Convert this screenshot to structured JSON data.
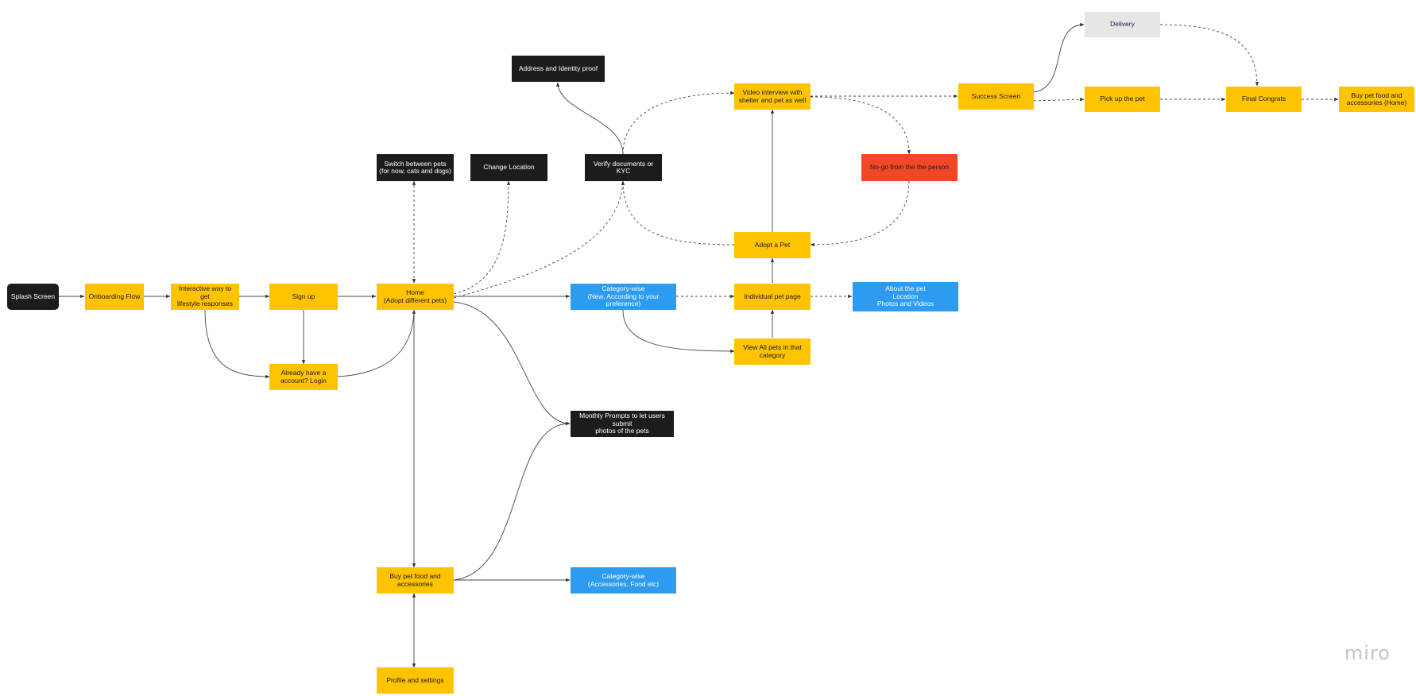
{
  "nodes": {
    "splash": "Splash Screen",
    "onboarding": "Onboarding Flow",
    "interactive": "Interactive way to get\nlifestyle responses",
    "signup": "Sign up",
    "login": "Already have a\naccount? Login",
    "home": "Home\n(Adopt different pets)",
    "switch_pets": "Switch between pets\n(for now, cats and dogs)",
    "change_location": "Change Location",
    "verify_docs": "Verify documents or KYC",
    "address_proof": "Address and Identity proof",
    "category_pets": "Category-wise\n(New, According to your preference)",
    "individual_pet": "Individual pet page",
    "about_pet": "About the pet\nLocation\nPhotos and Videos",
    "view_all": "View All pets in that\ncategory",
    "adopt_pet": "Adopt a Pet",
    "video_interview": "Video interview with\nshelter and pet as well",
    "no_go": "No-go from the the person",
    "success": "Success Screen",
    "delivery": "Delivery",
    "pickup": "Pick up the pet",
    "final_congrats": "Final Congrats",
    "buy_food_home": "Buy pet food and\naccessories (Home)",
    "monthly_prompts": "Monthly Prompts to let users submit\nphotos of the pets",
    "buy_food": "Buy pet food and\naccessories",
    "category_accessories": "Category-wise\n(Accessories, Food etc)",
    "profile": "Profile and settings"
  },
  "node_colors": {
    "yellow": "#ffc300",
    "black": "#1c1c1c",
    "blue": "#2d9bf0",
    "red": "#f24726",
    "grey": "#e6e6e6"
  },
  "edges": [
    {
      "from": "splash",
      "to": "onboarding",
      "style": "solid"
    },
    {
      "from": "onboarding",
      "to": "interactive",
      "style": "solid"
    },
    {
      "from": "interactive",
      "to": "signup",
      "style": "solid"
    },
    {
      "from": "signup",
      "to": "home",
      "style": "solid"
    },
    {
      "from": "signup",
      "to": "login",
      "style": "solid"
    },
    {
      "from": "interactive",
      "to": "login",
      "style": "solid"
    },
    {
      "from": "login",
      "to": "home",
      "style": "solid"
    },
    {
      "from": "home",
      "to": "switch_pets",
      "style": "dashed"
    },
    {
      "from": "home",
      "to": "change_location",
      "style": "dashed"
    },
    {
      "from": "home",
      "to": "verify_docs",
      "style": "dashed"
    },
    {
      "from": "verify_docs",
      "to": "address_proof",
      "style": "solid"
    },
    {
      "from": "verify_docs",
      "to": "video_interview",
      "style": "dashed"
    },
    {
      "from": "adopt_pet",
      "to": "verify_docs",
      "style": "dashed"
    },
    {
      "from": "home",
      "to": "category_pets",
      "style": "solid"
    },
    {
      "from": "category_pets",
      "to": "individual_pet",
      "style": "dashed"
    },
    {
      "from": "category_pets",
      "to": "view_all",
      "style": "solid"
    },
    {
      "from": "view_all",
      "to": "individual_pet",
      "style": "solid"
    },
    {
      "from": "individual_pet",
      "to": "about_pet",
      "style": "dashed"
    },
    {
      "from": "individual_pet",
      "to": "adopt_pet",
      "style": "solid"
    },
    {
      "from": "adopt_pet",
      "to": "video_interview",
      "style": "solid"
    },
    {
      "from": "video_interview",
      "to": "no_go",
      "style": "dashed"
    },
    {
      "from": "no_go",
      "to": "adopt_pet",
      "style": "dashed"
    },
    {
      "from": "video_interview",
      "to": "success",
      "style": "dashed"
    },
    {
      "from": "success",
      "to": "delivery",
      "style": "solid"
    },
    {
      "from": "success",
      "to": "pickup",
      "style": "dashed"
    },
    {
      "from": "delivery",
      "to": "final_congrats",
      "style": "dashed"
    },
    {
      "from": "pickup",
      "to": "final_congrats",
      "style": "dashed"
    },
    {
      "from": "final_congrats",
      "to": "buy_food_home",
      "style": "dashed"
    },
    {
      "from": "home",
      "to": "monthly_prompts",
      "style": "solid"
    },
    {
      "from": "buy_food",
      "to": "monthly_prompts",
      "style": "solid"
    },
    {
      "from": "home",
      "to": "buy_food",
      "style": "solid"
    },
    {
      "from": "buy_food",
      "to": "category_accessories",
      "style": "solid"
    },
    {
      "from": "profile",
      "to": "buy_food",
      "style": "solid"
    }
  ],
  "watermark": "miro"
}
